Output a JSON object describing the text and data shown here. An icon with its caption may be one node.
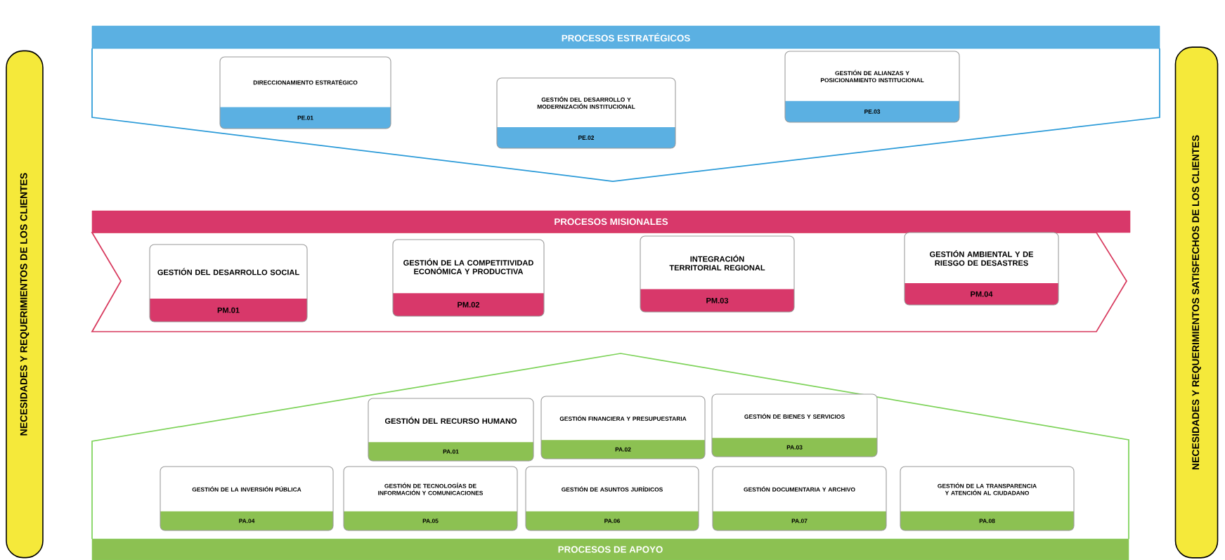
{
  "diagram": {
    "nodes": [
      {
        "text": [
          "NECESIDADES Y REQUERIMIENTOS DE LOS CLIENTES"
        ]
      },
      {
        "text": [
          "PROCESOS ESTRATÉGICOS"
        ]
      },
      {
        "text": [
          "DIRECCIONAMIENTO ESTRATÉGICO",
          "PE.01"
        ],
        "in": 1
      },
      {
        "text": [
          "GESTIÓN DEL DESARROLLO Y MODERNIZACIÓN INSTITUCIONAL",
          "PE.02"
        ],
        "in": 1
      },
      {
        "text": [
          "GESTIÓN DE ALIANZAS Y POSICIONAMIENTO INSTITUCIONAL",
          "PE.03"
        ],
        "in": 1
      },
      {
        "text": [
          "PROCESOS MISIONALES"
        ]
      },
      {
        "text": [
          "GESTIÓN DEL DESARROLLO SOCIAL",
          "PM.01"
        ],
        "in": 5
      },
      {
        "text": [
          "GESTIÓN DE LA COMPETITIVIDAD ECONÓMICA Y PRODUCTIVA",
          "PM.02"
        ],
        "in": 5
      },
      {
        "text": [
          "INTEGRACIÓN TERRITORIAL REGIONAL",
          "PM.03"
        ],
        "in": 5
      },
      {
        "text": [
          "GESTIÓN AMBIENTAL Y DE RIESGO DE DESASTRES",
          "PM.04"
        ],
        "in": 5
      },
      {
        "text": [
          "PROCESOS DE APOYO"
        ]
      },
      {
        "text": [
          "GESTIÓN DEL RECURSO HUMANO",
          "PA.01"
        ],
        "in": 10
      },
      {
        "text": [
          "GESTIÓN FINANCIERA Y PRESUPUESTARIA",
          "PA.02"
        ],
        "in": 10
      },
      {
        "text": [
          "GESTIÓN DE BIENES Y SERVICIOS",
          "PA.03"
        ],
        "in": 10
      },
      {
        "text": [
          "GESTIÓN DE LA INVERSIÓN PÚBLICA",
          "PA.04"
        ],
        "in": 10
      },
      {
        "text": [
          "GESTIÓN DE TECNOLOGÍAS DE INFORMACIÓN Y COMUNICACIONES",
          "PA.05"
        ],
        "in": 10
      },
      {
        "text": [
          "GESTIÓN DE ASUNTOS JURÍDICOS",
          "PA.06"
        ],
        "in": 10
      },
      {
        "text": [
          "GESTIÓN DOCUMENTARIA Y ARCHIVO",
          "PA.07"
        ],
        "in": 10
      },
      {
        "text": [
          "GESTIÓN DE LA TRANSPARENCIA Y ATENCIÓN AL CIUDADANO",
          "PA.08"
        ],
        "in": 10
      },
      {
        "text": [
          "NECESIDADES Y REQUERIMIENTOS SATISFECHOS DE LOS CLIENTES"
        ]
      }
    ]
  }
}
